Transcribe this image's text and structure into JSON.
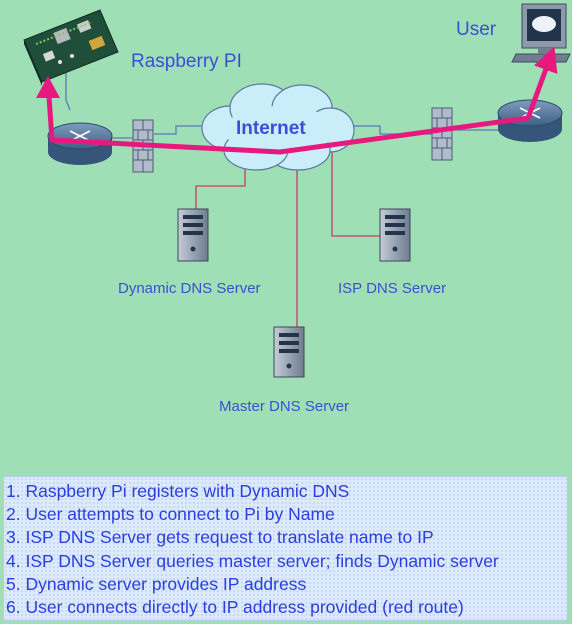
{
  "labels": {
    "raspberry_pi": "Raspberry PI",
    "user": "User",
    "internet": "Internet",
    "dynamic_dns": "Dynamic DNS Server",
    "isp_dns": "ISP DNS Server",
    "master_dns": "Master DNS Server"
  },
  "steps": [
    "1. Raspberry Pi registers with Dynamic DNS",
    "2. User attempts to connect to Pi by Name",
    "3. ISP DNS Server gets request to translate name to IP",
    "4. ISP DNS Server queries master server; finds Dynamic server",
    "5. Dynamic server provides IP address",
    "6. User connects directly to IP address provided (red route)"
  ],
  "colors": {
    "background": "#9fdfb6",
    "label_text": "#3b4fd6",
    "route": "#e8197e",
    "connector": "#c93a6a",
    "cloud": "#c9eefa",
    "device": "#5a7a9e"
  },
  "icons": {
    "raspberry_pi": "raspberry-pi-board-icon",
    "user": "computer-workstation-icon",
    "router": "router-icon",
    "firewall": "firewall-icon",
    "server": "server-tower-icon",
    "cloud": "internet-cloud-icon"
  }
}
